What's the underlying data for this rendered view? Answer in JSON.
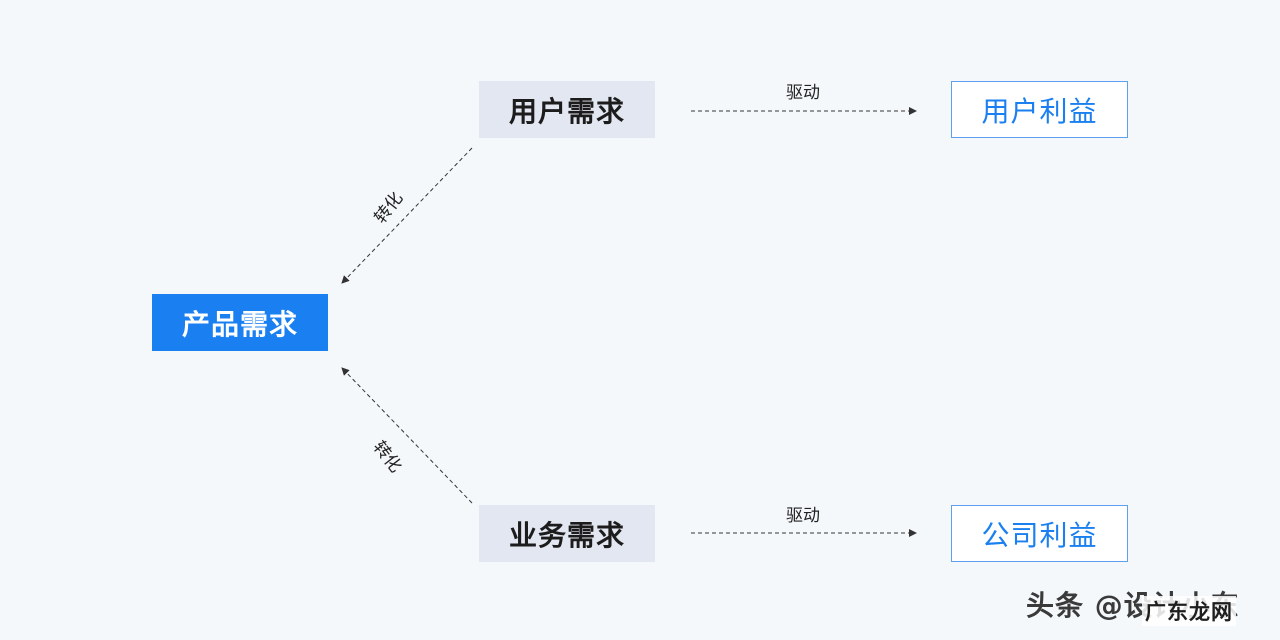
{
  "nodes": {
    "product_need": "产品需求",
    "user_need": "用户需求",
    "business_need": "业务需求",
    "user_benefit": "用户利益",
    "company_benefit": "公司利益"
  },
  "edges": {
    "drive_top": "驱动",
    "drive_bottom": "驱动",
    "convert_top": "转化",
    "convert_bottom": "转化"
  },
  "colors": {
    "primary": "#1a7ff0",
    "need_fill": "#e3e7f1",
    "benefit_border": "#5f9ff1",
    "background": "#f5f8fb"
  },
  "watermark": {
    "text": "头条 @设计小东",
    "overlay": "广东龙网"
  }
}
